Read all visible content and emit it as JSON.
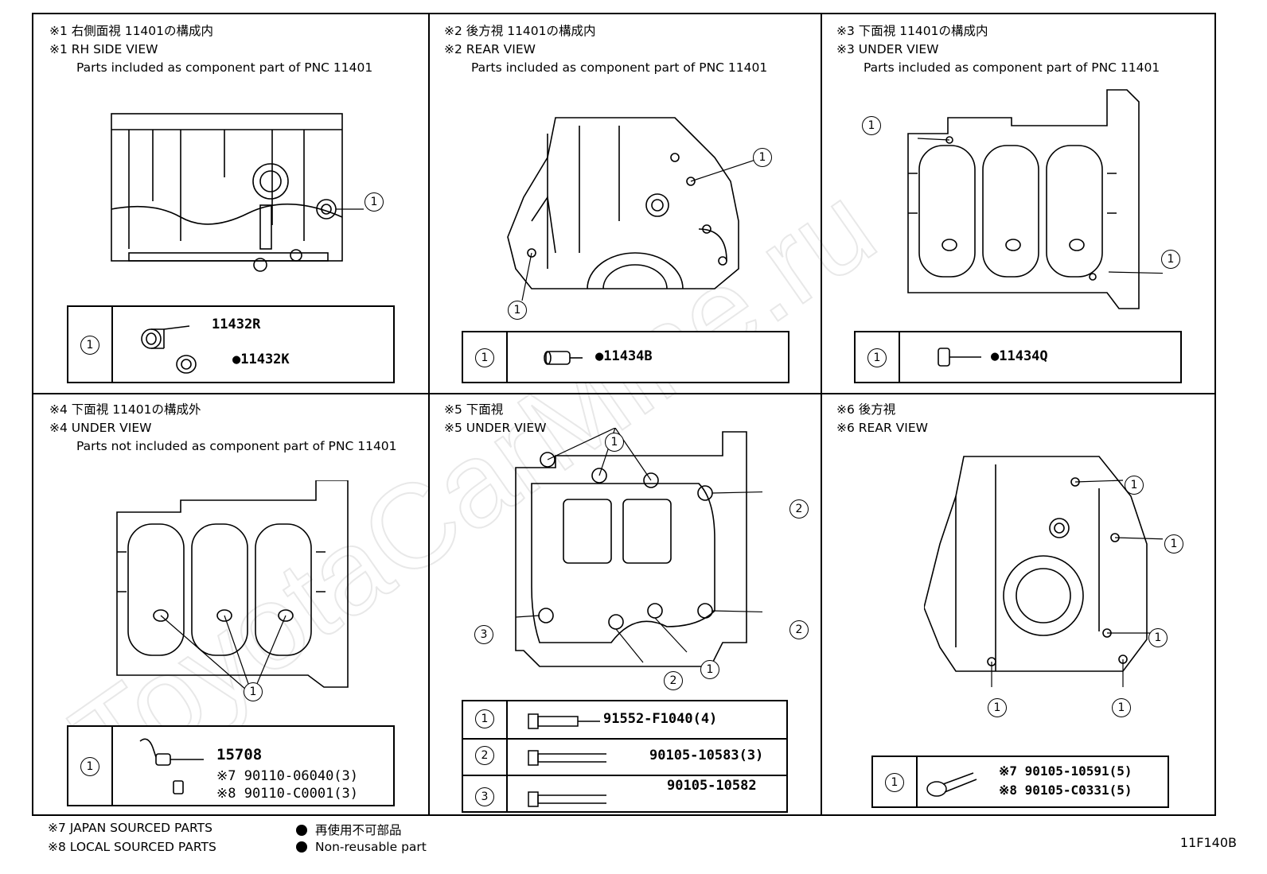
{
  "panels": [
    {
      "jp": "※1 右側面視 11401の構成内",
      "en": "※1 RH SIDE VIEW",
      "sub": "Parts included as component part of PNC 11401",
      "callout": "1",
      "parts": [
        "11432R",
        "●11432K"
      ]
    },
    {
      "jp": "※2 後方視 11401の構成内",
      "en": "※2 REAR VIEW",
      "sub": "Parts included as component part of PNC 11401",
      "callout": "1",
      "parts": [
        "●11434B"
      ]
    },
    {
      "jp": "※3 下面視 11401の構成内",
      "en": "※3 UNDER VIEW",
      "sub": "Parts included as component part of PNC 11401",
      "callout": "1",
      "parts": [
        "●11434Q"
      ]
    },
    {
      "jp": "※4 下面視 11401の構成外",
      "en": "※4 UNDER VIEW",
      "sub": "Parts not included as component part of PNC 11401",
      "callout": "1",
      "parts": [
        "15708",
        "※7  90110-06040(3)",
        "※8  90110-C0001(3)"
      ]
    },
    {
      "jp": "※5 下面視",
      "en": "※5 UNDER VIEW",
      "sub": "",
      "rows": [
        {
          "callout": "1",
          "part": "91552-F1040(4)"
        },
        {
          "callout": "2",
          "part": "90105-10583(3)"
        },
        {
          "callout": "3",
          "part": "90105-10582"
        }
      ]
    },
    {
      "jp": "※6 後方視",
      "en": "※6 REAR VIEW",
      "sub": "",
      "callout": "1",
      "parts": [
        "※7  90105-10591(5)",
        "※8  90105-C0331(5)"
      ]
    }
  ],
  "callouts": {
    "one": "1",
    "two": "2",
    "three": "3"
  },
  "footer": {
    "j7": "※7 JAPAN SOURCED PARTS",
    "j8": "※8 LOCAL SOURCED PARTS",
    "nr_jp": "再使用不可部品",
    "nr_en": "Non-reusable part",
    "code": "11F140B"
  },
  "watermark": "ToyotaCarMine.ru"
}
